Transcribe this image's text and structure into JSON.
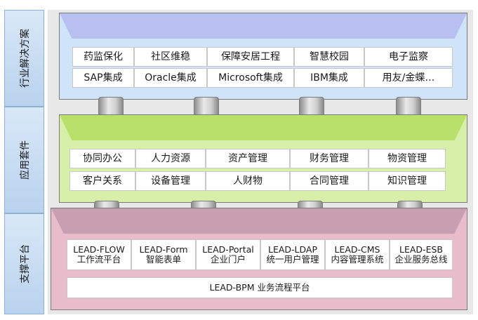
{
  "side_labels": [
    "行业解决方案",
    "应用套件",
    "支撑平台"
  ],
  "industry_row1": [
    "药监保化",
    "社区维稳",
    "保障安居工程",
    "智慧校园",
    "电子监察"
  ],
  "industry_row2": [
    "SAP集成",
    "Oracle集成",
    "Microsoft集成",
    "IBM集成",
    "用友/金蝶…"
  ],
  "suite_row1": [
    "协同办公",
    "人力资源",
    "资产管理",
    "财务管理",
    "物资管理"
  ],
  "suite_row2": [
    "客户关系",
    "设备管理",
    "人财物",
    "合同管理",
    "知识管理"
  ],
  "platform_products": [
    {
      "name": "LEAD-FLOW",
      "desc": "工作流平台"
    },
    {
      "name": "LEAD-Form",
      "desc": "智能表单"
    },
    {
      "name": "LEAD-Portal",
      "desc": "企业门户"
    },
    {
      "name": "LEAD-LDAP",
      "desc": "统一用户管理"
    },
    {
      "name": "LEAD-CMS",
      "desc": "内容管理系统"
    },
    {
      "name": "LEAD-ESB",
      "desc": "企业服务总线"
    }
  ],
  "platform_base": "LEAD-BPM 业务流程平台",
  "colors": {
    "industry_top": "#b7c0ee",
    "industry_body": "#cfe3f9",
    "suite_top": "#b8e06a",
    "suite_body": "#d8efa9",
    "platform_top": "#c89fb1",
    "platform_body": "#e8bccb"
  }
}
